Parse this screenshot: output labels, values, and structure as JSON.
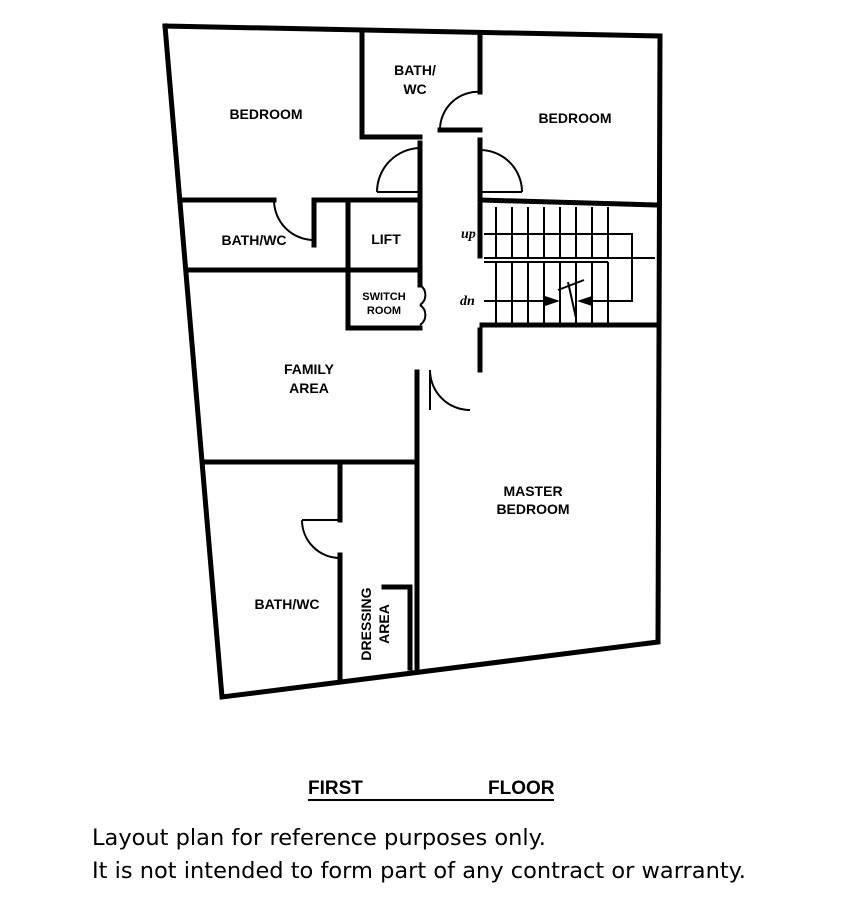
{
  "rooms": {
    "bedroom_left": "BEDROOM",
    "bath_wc_top_line1": "BATH/",
    "bath_wc_top_line2": "WC",
    "bedroom_right": "BEDROOM",
    "bath_wc_mid": "BATH/WC",
    "lift": "LIFT",
    "switch_room_line1": "SWITCH",
    "switch_room_line2": "ROOM",
    "family_area_line1": "FAMILY",
    "family_area_line2": "AREA",
    "master_bedroom_line1": "MASTER",
    "master_bedroom_line2": "BEDROOM",
    "bath_wc_bottom": "BATH/WC",
    "dressing_area_line1": "DRESSING",
    "dressing_area_line2": "AREA"
  },
  "stairs": {
    "up_label": "up",
    "down_label": "dn"
  },
  "floor_title": {
    "first": "FIRST",
    "floor": "FLOOR"
  },
  "disclaimer": {
    "line1": "Layout plan for reference purposes only.",
    "line2": "It is not intended to form part of any contract or warranty."
  }
}
